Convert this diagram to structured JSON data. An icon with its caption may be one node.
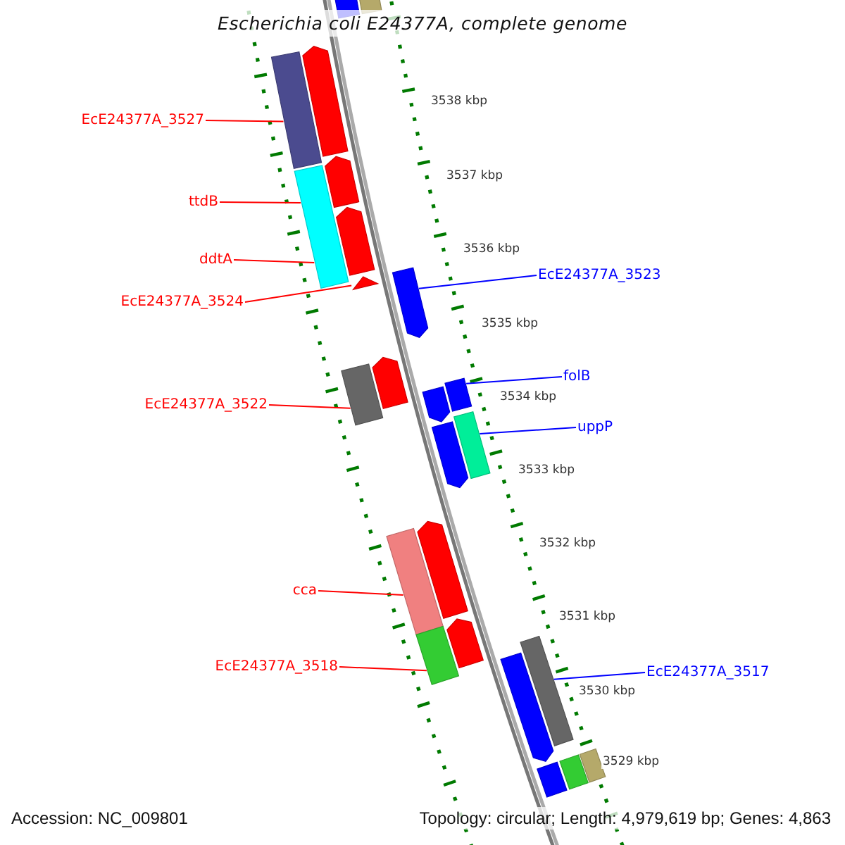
{
  "diagram": {
    "title": "Escherichia coli E24377A, complete genome",
    "nodes": [
      {
        "text": [
          "EcE24377A_3527"
        ]
      },
      {
        "text": [
          "ttdB"
        ]
      },
      {
        "text": [
          "ddtA"
        ]
      },
      {
        "text": [
          "EcE24377A_3523"
        ]
      },
      {
        "text": [
          "EcE24377A_3524"
        ]
      },
      {
        "text": [
          "folB"
        ]
      },
      {
        "text": [
          "EcE24377A_3522"
        ]
      },
      {
        "text": [
          "uppP"
        ]
      },
      {
        "text": [
          "cca"
        ]
      },
      {
        "text": [
          "EcE24377A_3518"
        ]
      },
      {
        "text": [
          "EcE24377A_3517"
        ]
      },
      {
        "text": [],
        "shape": "bar"
      },
      {
        "text": [],
        "shape": "bar"
      },
      {
        "text": [],
        "shape": "bar"
      },
      {
        "text": [],
        "shape": "bar"
      },
      {
        "text": [],
        "shape": "bar"
      },
      {
        "text": [],
        "shape": "bar"
      },
      {
        "text": [],
        "shape": "bar"
      },
      {
        "text": [],
        "shape": "bar"
      },
      {
        "text": [],
        "shape": "bar"
      },
      {
        "text": [],
        "shape": "bar"
      },
      {
        "text": [],
        "shape": "bar"
      },
      {
        "text": [],
        "shape": "bar"
      },
      {
        "text": [],
        "shape": "bar"
      },
      {
        "text": [],
        "shape": "bar"
      },
      {
        "text": [],
        "shape": "bar"
      },
      {
        "text": [],
        "shape": "bar"
      },
      {
        "text": [],
        "shape": "bar"
      },
      {
        "text": [],
        "shape": "bar"
      },
      {
        "text": [],
        "shape": "bar"
      },
      {
        "text": [],
        "shape": "bar"
      },
      {
        "text": [],
        "shape": "bar"
      },
      {
        "text": [],
        "shape": "bar"
      },
      {
        "text": [],
        "shape": "bar"
      },
      {
        "text": [],
        "shape": "bar"
      }
    ],
    "edges": [
      {
        "from": 0,
        "to": 13,
        "arrow": "none"
      },
      {
        "from": 1,
        "to": 15,
        "arrow": "none"
      },
      {
        "from": 2,
        "to": 15,
        "arrow": "none"
      },
      {
        "from": 3,
        "to": 19,
        "arrow": "none",
        "color": "#0000ff"
      },
      {
        "from": 4,
        "to": 18,
        "arrow": "none"
      },
      {
        "from": 5,
        "to": 23,
        "arrow": "none",
        "color": "#0000ff"
      },
      {
        "from": 6,
        "to": 20,
        "arrow": "none"
      },
      {
        "from": 7,
        "to": 25,
        "arrow": "none",
        "color": "#0000ff"
      },
      {
        "from": 8,
        "to": 26,
        "arrow": "none"
      },
      {
        "from": 9,
        "to": 28,
        "arrow": "none"
      },
      {
        "from": 10,
        "to": 31,
        "arrow": "none",
        "color": "#0000ff"
      }
    ],
    "labels": [
      "3538 kbp",
      "3537 kbp",
      "3536 kbp",
      "3535 kbp",
      "3534 kbp",
      "3533 kbp",
      "3532 kbp",
      "3531 kbp",
      "3530 kbp",
      "3529 kbp",
      "Accession: NC_009801",
      "Topology: circular; Length: 4,979,619 bp; Genes: 4,863"
    ]
  }
}
